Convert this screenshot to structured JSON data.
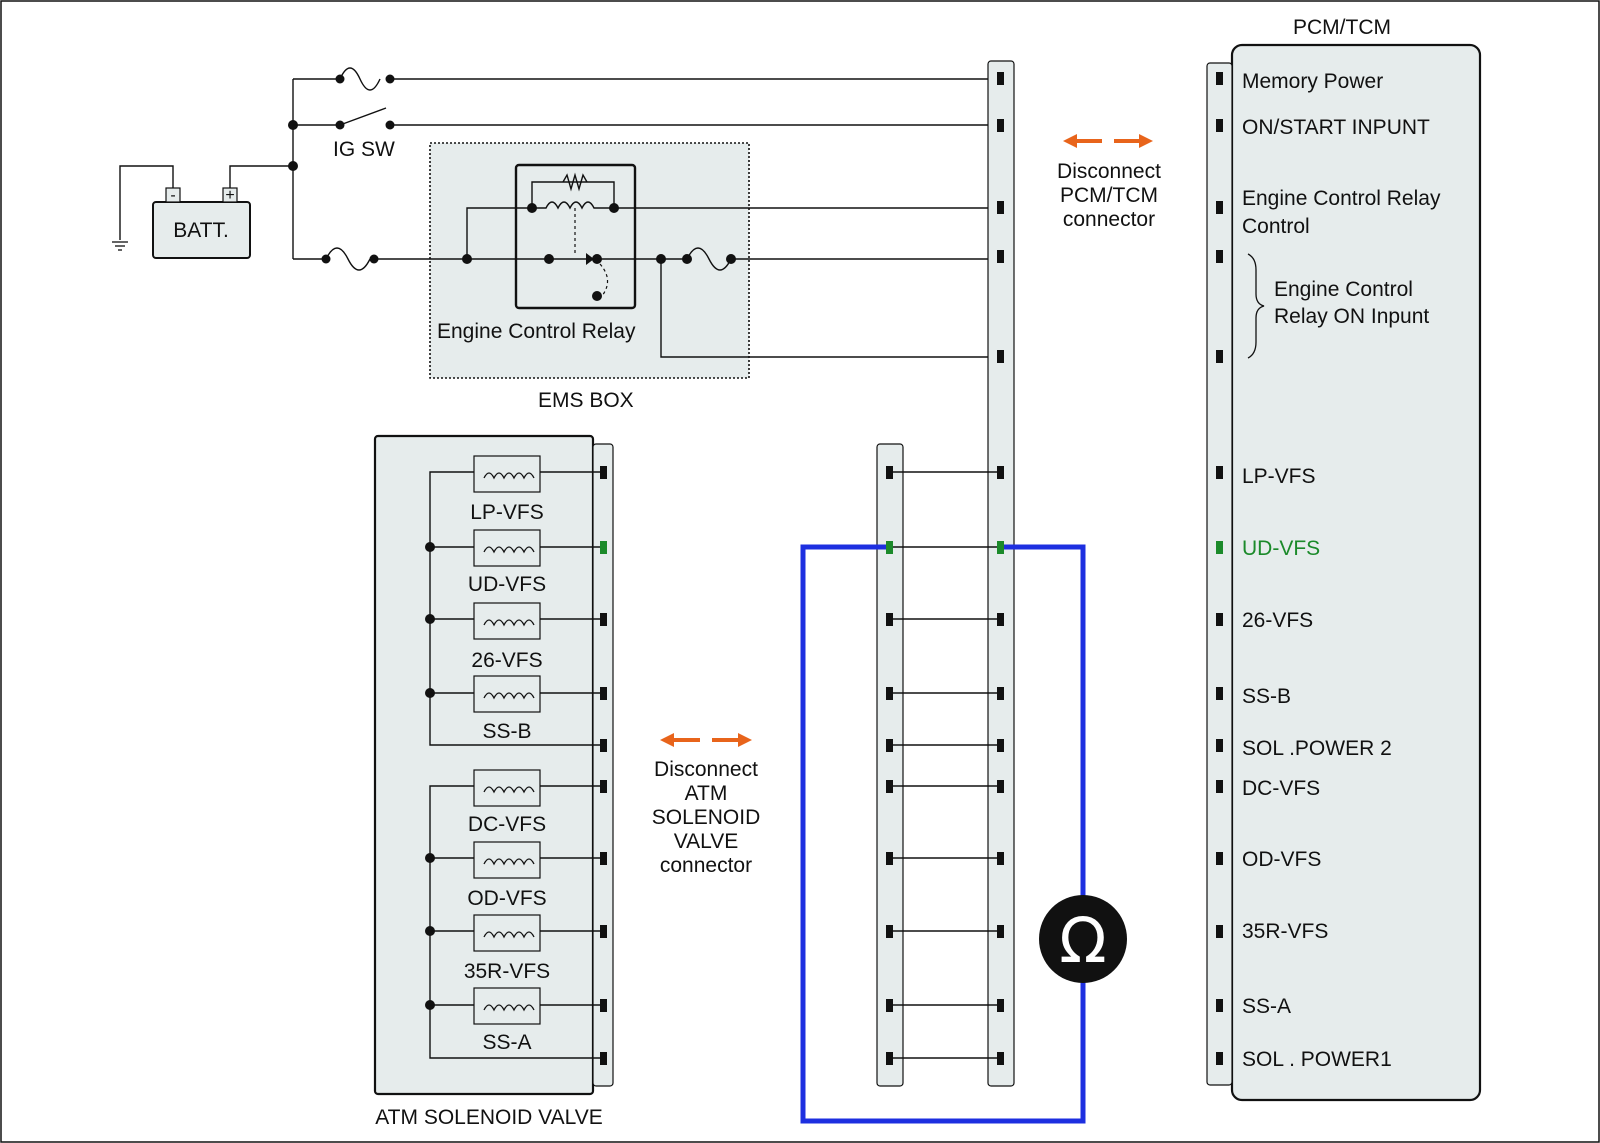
{
  "battery": {
    "label": "BATT.",
    "minus": "-",
    "plus": "+"
  },
  "ignition_switch": {
    "label": "IG SW"
  },
  "ems_box": {
    "label": "EMS BOX",
    "relay_label": "Engine Control Relay"
  },
  "pcm": {
    "title": "PCM/TCM",
    "pins": {
      "memory_power": "Memory Power",
      "on_start_input": "ON/START  INPUNT",
      "ecr_control_1": "Engine Control Relay",
      "ecr_control_2": "Control",
      "ecr_on_input_1": "Engine Control",
      "ecr_on_input_2": "Relay ON Inpunt",
      "lp_vfs": "LP-VFS",
      "ud_vfs": "UD-VFS",
      "vfs_26": "26-VFS",
      "ss_b": "SS-B",
      "sol_power_2": "SOL .POWER 2",
      "dc_vfs": "DC-VFS",
      "od_vfs": "OD-VFS",
      "vfs_35r": "35R-VFS",
      "ss_a": "SS-A",
      "sol_power_1": "SOL . POWER1"
    }
  },
  "disconnect_pcm": {
    "line1": "Disconnect",
    "line2": "PCM/TCM",
    "line3": "connector"
  },
  "disconnect_atm": {
    "line1": "Disconnect",
    "line2": "ATM",
    "line3": "SOLENOID",
    "line4": "VALVE",
    "line5": "connector"
  },
  "solenoid_valve": {
    "title": "ATM SOLENOID VALVE",
    "solenoids": [
      "LP-VFS",
      "UD-VFS",
      "26-VFS",
      "SS-B",
      "DC-VFS",
      "OD-VFS",
      "35R-VFS",
      "SS-A"
    ]
  },
  "ohmmeter": {
    "symbol": "Ω"
  },
  "colors": {
    "highlight": "#1b8a2a",
    "meter_leads": "#1d2fe0",
    "arrows": "#e8641b"
  }
}
